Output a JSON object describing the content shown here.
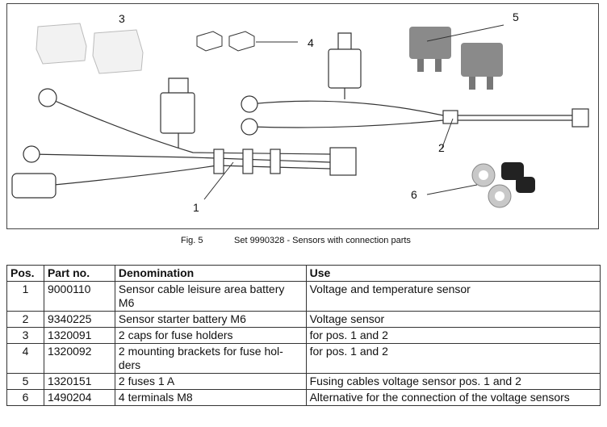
{
  "figure": {
    "callouts": [
      "1",
      "2",
      "3",
      "4",
      "5",
      "6"
    ],
    "caption_number": "Fig. 5",
    "caption_text": "Set 9990328 - Sensors with connection parts"
  },
  "table": {
    "headers": [
      "Pos.",
      "Part no.",
      "Denomination",
      "Use"
    ],
    "rows": [
      {
        "pos": "1",
        "part": "9000110",
        "denomination": "Sensor cable leisure area battery M6",
        "use": "Voltage and temperature sensor"
      },
      {
        "pos": "2",
        "part": "9340225",
        "denomination": "Sensor starter battery M6",
        "use": "Voltage sensor"
      },
      {
        "pos": "3",
        "part": "1320091",
        "denomination": "2 caps for fuse holders",
        "use": "for pos. 1 and 2"
      },
      {
        "pos": "4",
        "part": "1320092",
        "denomination": "2 mounting brackets for fuse hol-ders",
        "use": "for pos. 1 and 2"
      },
      {
        "pos": "5",
        "part": "1320151",
        "denomination": "2 fuses 1 A",
        "use": "Fusing cables voltage sensor pos. 1 and 2"
      },
      {
        "pos": "6",
        "part": "1490204",
        "denomination": "4 terminals M8",
        "use": "Alternative for the connection of the voltage sensors"
      }
    ]
  }
}
